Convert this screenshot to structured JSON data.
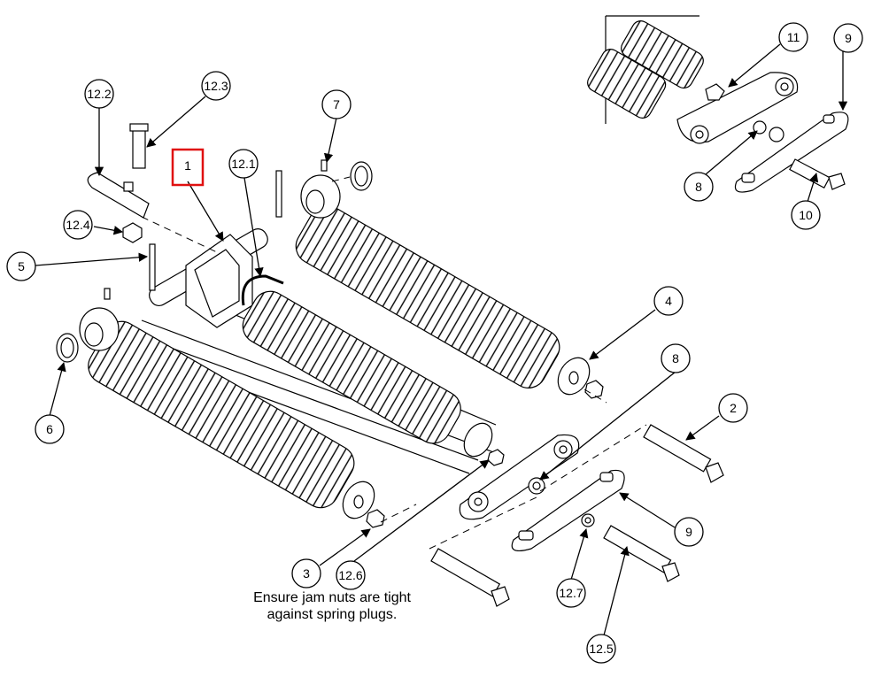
{
  "callouts": [
    {
      "id": "c-1",
      "label": "1",
      "highlighted": true
    },
    {
      "id": "c-12-2",
      "label": "12.2"
    },
    {
      "id": "c-12-3",
      "label": "12.3"
    },
    {
      "id": "c-12-1",
      "label": "12.1"
    },
    {
      "id": "c-7",
      "label": "7"
    },
    {
      "id": "c-12-4",
      "label": "12.4"
    },
    {
      "id": "c-5",
      "label": "5"
    },
    {
      "id": "c-6",
      "label": "6"
    },
    {
      "id": "c-4",
      "label": "4"
    },
    {
      "id": "c-8",
      "label": "8"
    },
    {
      "id": "c-2",
      "label": "2"
    },
    {
      "id": "c-9",
      "label": "9"
    },
    {
      "id": "c-3",
      "label": "3"
    },
    {
      "id": "c-12-6",
      "label": "12.6"
    },
    {
      "id": "c-12-7",
      "label": "12.7"
    },
    {
      "id": "c-12-5",
      "label": "12.5"
    },
    {
      "id": "c-11-inset",
      "label": "11"
    },
    {
      "id": "c-9-inset",
      "label": "9"
    },
    {
      "id": "c-8-inset",
      "label": "8"
    },
    {
      "id": "c-10-inset",
      "label": "10"
    }
  ],
  "note": {
    "line1": "Ensure jam nuts are tight",
    "line2": "against spring plugs."
  },
  "colors": {
    "line": "#000000",
    "highlight": "#e01010",
    "background": "#ffffff"
  }
}
